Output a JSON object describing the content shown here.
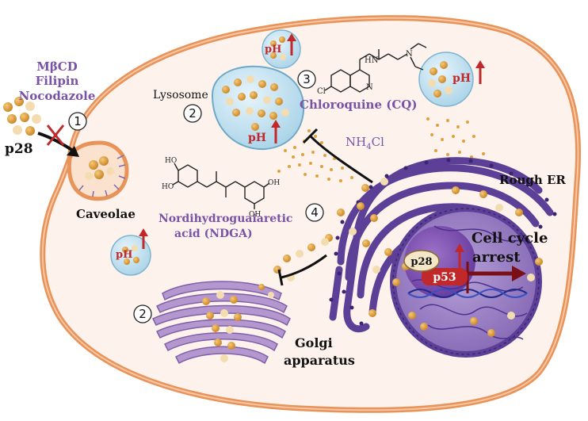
{
  "labels": {
    "inhibitors_line1": "MβCD",
    "inhibitors_line2": "Filipin",
    "inhibitors_line3": "Nocodazole",
    "p28": "p28",
    "caveolae": "Caveolae",
    "lysosome": "Lysosome",
    "chloroquine": "Chloroquine (CQ)",
    "nh4cl_main": "NH",
    "nh4cl_sub": "4",
    "nh4cl_end": "Cl",
    "ndga_line1": "Nordihydroguaiaretic",
    "ndga_line2": "acid (NDGA)",
    "rough_er": "Rough ER",
    "golgi_line1": "Golgi",
    "golgi_line2": "apparatus",
    "cell_cycle_line1": "Cell cycle",
    "cell_cycle_line2": "arrest",
    "p53": "p53",
    "p28_nucleus": "p28",
    "ph": "pH"
  },
  "steps": [
    "1",
    "2",
    "3",
    "4",
    "2"
  ],
  "chem": {
    "cq_n": "N",
    "cq_hn": "HN",
    "cq_cl": "Cl",
    "cq_n_ring": "N",
    "ndga_ho": "HO",
    "ndga_oh": "OH"
  },
  "colors": {
    "cell_membrane": "#e8935a",
    "er_purple": "#6b4fa0",
    "nucleus": "#8a6bb8",
    "vesicle": "#bfe0ef",
    "particle": "#e0a040",
    "ph_arrow": "#c0282a",
    "label_purple": "#7a52a6"
  }
}
